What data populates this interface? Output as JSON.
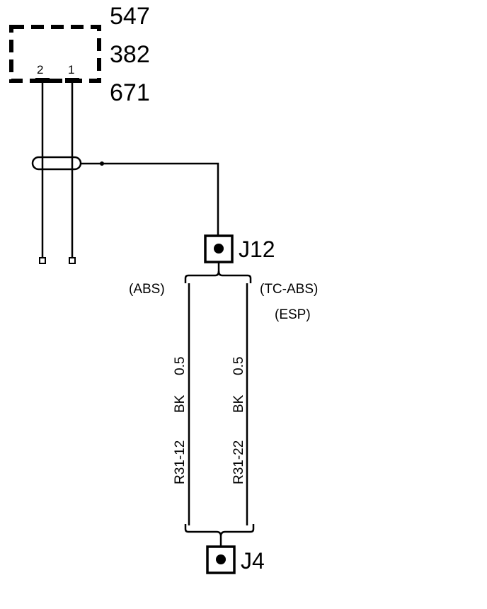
{
  "component": {
    "codes": [
      "547",
      "382",
      "671"
    ],
    "pins": [
      "2",
      "1"
    ]
  },
  "connectors": {
    "top": "J12",
    "bottom": "J4"
  },
  "variants": {
    "left": "(ABS)",
    "right_1": "(TC-ABS)",
    "right_2": "(ESP)"
  },
  "wires": [
    {
      "id": "R31-12",
      "color": "BK",
      "size": "0.5"
    },
    {
      "id": "R31-22",
      "color": "BK",
      "size": "0.5"
    }
  ]
}
